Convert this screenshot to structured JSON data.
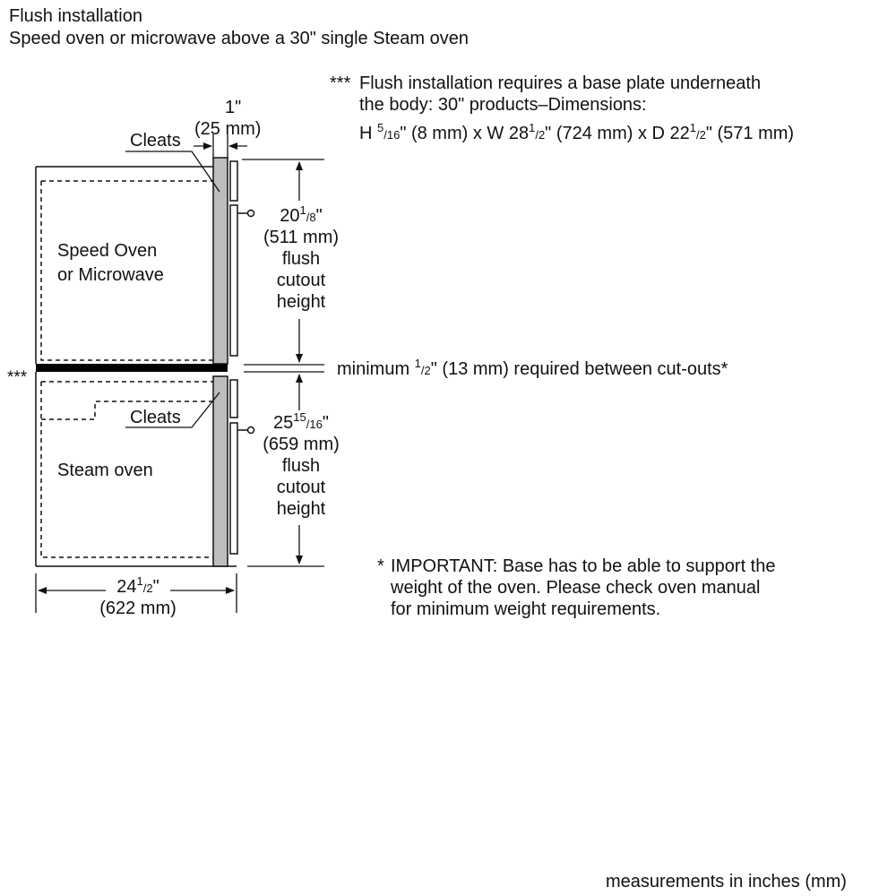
{
  "title": "Flush installation",
  "subtitle": "Speed oven or microwave above a 30\" single Steam oven",
  "note_triple": {
    "marker": "***",
    "line1": "Flush installation requires a base plate underneath",
    "line2": "the body: 30\" products–Dimensions:",
    "dim_h_prefix": "H ",
    "dim_h_sup": "5",
    "dim_h_sub": "/16",
    "dim_h_rest": "\" (8 mm) x W 28",
    "dim_w_sup": "1",
    "dim_w_sub": "/2",
    "dim_w_rest": "\" (724 mm) x D 22",
    "dim_d_sup": "1",
    "dim_d_sub": "/2",
    "dim_d_rest": "\" (571 mm)"
  },
  "cleat_width": {
    "in": "1\"",
    "mm": "(25 mm)"
  },
  "cleats_label": "Cleats",
  "upper": {
    "label_line1": "Speed Oven",
    "label_line2": "or Microwave",
    "height_whole": "20",
    "height_sup": "1",
    "height_sub": "/8",
    "height_quote": "\"",
    "height_mm": "(511 mm)",
    "word1": "flush",
    "word2": "cutout",
    "word3": "height"
  },
  "gap_note": {
    "prefix": "minimum ",
    "sup": "1",
    "sub": "/2",
    "rest": "\" (13 mm) required between cut-outs*"
  },
  "triple_marker_left": "***",
  "lower": {
    "label": "Steam oven",
    "height_whole": "25",
    "height_sup": "15",
    "height_sub": "/16",
    "height_quote": "\"",
    "height_mm": "(659 mm)",
    "word1": "flush",
    "word2": "cutout",
    "word3": "height"
  },
  "width": {
    "whole": "24",
    "sup": "1",
    "sub": "/2",
    "quote": "\"",
    "mm": "(622 mm)"
  },
  "important": {
    "marker": "*",
    "line1": "IMPORTANT: Base has to be able to support the",
    "line2": "weight of the oven. Please check oven manual",
    "line3": "for minimum weight requirements."
  },
  "footer": "measurements in inches (mm)"
}
